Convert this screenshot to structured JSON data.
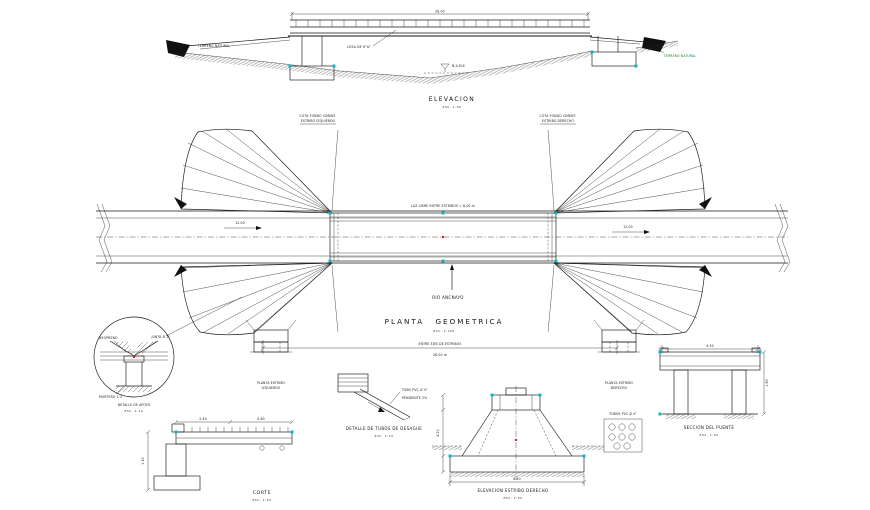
{
  "views": {
    "elevacion": {
      "title": "ELEVACION",
      "scale": "ESC. 1:50"
    },
    "planta": {
      "title": "PLANTA GEOMETRICA",
      "scale": "ESC. 1:100"
    },
    "detalle_apoyo": {
      "title": "DETALLE DE APOYO",
      "scale": "ESC. 1:10"
    },
    "corte": {
      "title": "CORTE",
      "scale": "ESC. 1:50"
    },
    "tubos": {
      "title": "DETALLE DE TUBOS DE DESAGUE",
      "scale": "ESC. 1:10"
    },
    "estribo": {
      "title": "ELEVACION ESTRIBO DERECHO",
      "scale": "ESC. 1:50"
    },
    "seccion": {
      "title": "SECCION DEL PUENTE",
      "scale": "ESC. 1:50"
    }
  },
  "elevacion": {
    "dim_total": "28.00",
    "terreno_izq": "TERRENO NATURAL",
    "terreno_der": "TERRENO NATURAL",
    "losa": "LOSA DE H°A°",
    "nivel_agua": "N.A.M.E.",
    "cota_izq_1": "COTA FONDO CIMENT.",
    "cota_izq_2": "ESTRIBO IZQUIERDO",
    "cota_der_1": "COTA FONDO CIMENT.",
    "cota_der_2": "ESTRIBO DERECHO"
  },
  "planta": {
    "rio": "RIO ANCNAYO",
    "luz": "LUZ LIBRE ENTRE ESTRIBOS = 8.00 m",
    "acceso_izq": "12.00",
    "acceso_der": "12.00",
    "dim_linea1": "ENTRE EJES DE ESTRIBOS",
    "dim_linea2": "28.00 m",
    "estribo_izq_1": "PLANTA ESTRIBO",
    "estribo_izq_2": "IZQUIERDO",
    "estribo_der_1": "PLANTA ESTRIBO",
    "estribo_der_2": "DERECHO"
  },
  "detalle": {
    "neopreno": "NEOPRENO",
    "junta": "JUNTA Ø 1\"",
    "mortero": "MORTERO 1:3"
  },
  "corte": {
    "dim1": "2.40",
    "dim2": "0.60",
    "dim_alto": "1.50"
  },
  "tubos": {
    "tubo": "TUBO PVC Ø 4\"",
    "pendiente": "PENDIENTE 2%"
  },
  "estribo": {
    "dim_base": "6.40",
    "dim_alto": "4.20",
    "tubos_label": "TUBOS PVC Ø 4\""
  },
  "seccion": {
    "dim_ancho": "4.50",
    "dim_alto": "1.80"
  }
}
